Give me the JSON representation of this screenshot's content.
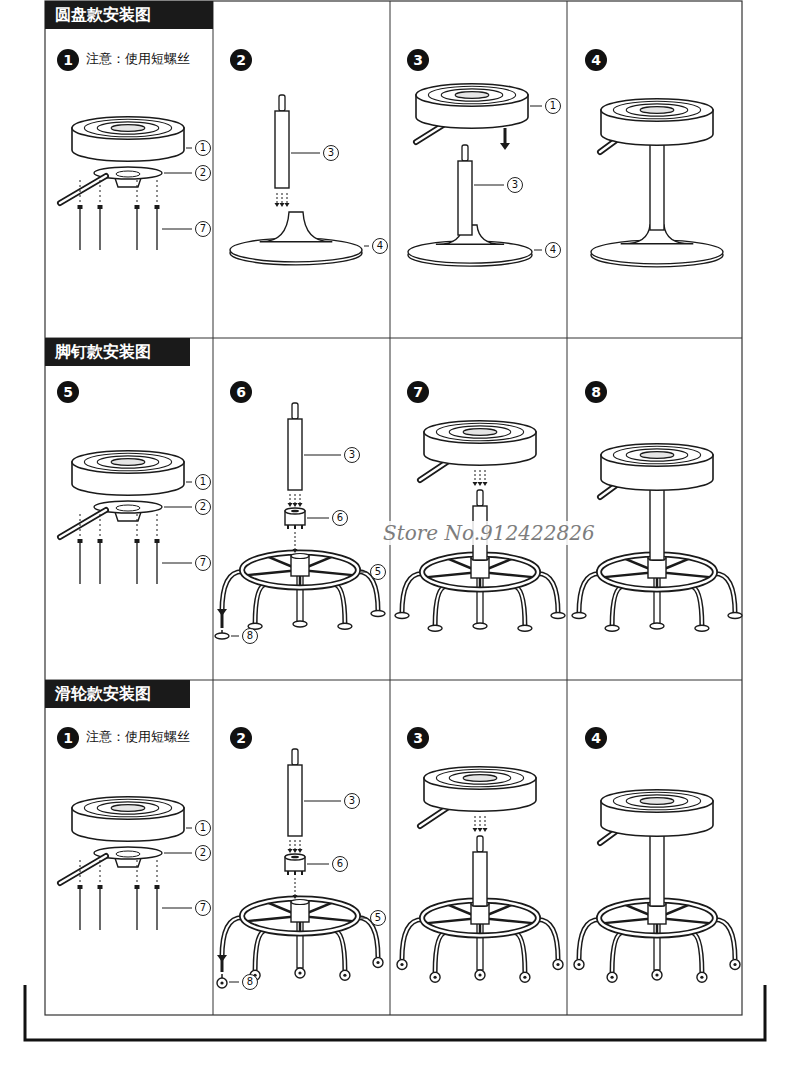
{
  "diagram": {
    "nodes": [
      {
        "text": [
          "圆盘款安装图"
        ]
      },
      {
        "text": [
          "1"
        ]
      },
      {
        "text": [
          "1"
        ]
      },
      {
        "text": [
          "2"
        ]
      },
      {
        "text": [
          "7"
        ]
      },
      {
        "text": [
          "2"
        ]
      },
      {
        "text": [
          "3"
        ]
      },
      {
        "text": [
          "4"
        ]
      },
      {
        "text": [
          "3"
        ]
      },
      {
        "text": [
          "1"
        ]
      },
      {
        "text": [
          "3"
        ]
      },
      {
        "text": [
          "4"
        ]
      },
      {
        "text": [
          "4"
        ]
      },
      {
        "text": [
          "脚钉款安装图"
        ]
      },
      {
        "text": [
          "5"
        ]
      },
      {
        "text": [
          "1"
        ]
      },
      {
        "text": [
          "2"
        ]
      },
      {
        "text": [
          "7"
        ]
      },
      {
        "text": [
          "6"
        ]
      },
      {
        "text": [
          "3"
        ]
      },
      {
        "text": [
          "6"
        ]
      },
      {
        "text": [
          "5"
        ]
      },
      {
        "text": [
          "8"
        ]
      },
      {
        "text": [
          "7"
        ]
      },
      {
        "text": [
          "8"
        ]
      },
      {
        "text": [
          "滑轮款安装图"
        ]
      },
      {
        "text": [
          "1"
        ]
      },
      {
        "text": [
          "1"
        ]
      },
      {
        "text": [
          "2"
        ]
      },
      {
        "text": [
          "7"
        ]
      },
      {
        "text": [
          "2"
        ]
      },
      {
        "text": [
          "3"
        ]
      },
      {
        "text": [
          "6"
        ]
      },
      {
        "text": [
          "5"
        ]
      },
      {
        "text": [
          "8"
        ]
      },
      {
        "text": [
          "3"
        ]
      },
      {
        "text": [
          "4"
        ]
      }
    ],
    "labels": [
      "注意：使用短螺丝",
      "注意：使用短螺丝",
      "Store No.912422826"
    ]
  }
}
